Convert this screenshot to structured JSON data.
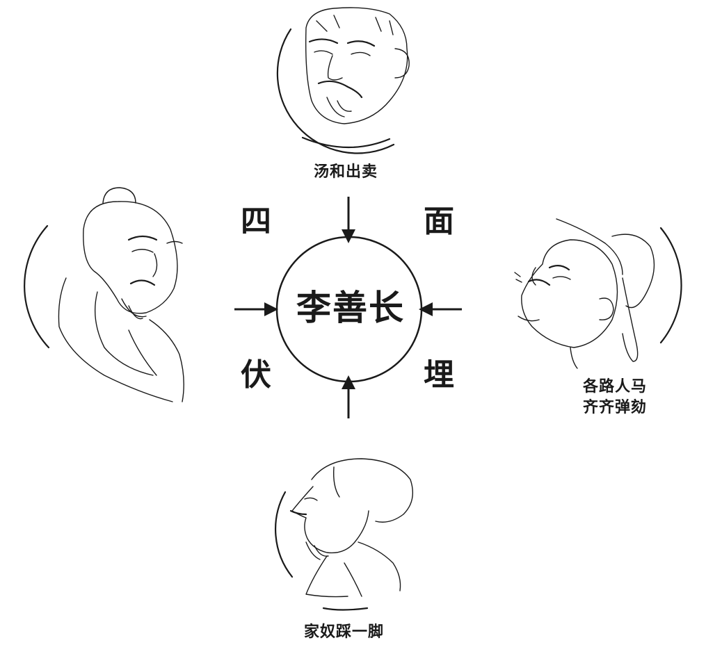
{
  "center": {
    "name": "李善长"
  },
  "corners": {
    "top_left": "四",
    "top_right": "面",
    "bottom_left": "伏",
    "bottom_right": "埋"
  },
  "portraits": {
    "top": {
      "caption": "汤和出卖"
    },
    "right": {
      "caption_line1": "各路人马",
      "caption_line2": "齐齐弹劾"
    },
    "bottom": {
      "caption": "家奴踩一脚"
    },
    "left": {
      "caption": ""
    }
  },
  "colors": {
    "ink": "#1a1a1a",
    "background": "#ffffff"
  }
}
